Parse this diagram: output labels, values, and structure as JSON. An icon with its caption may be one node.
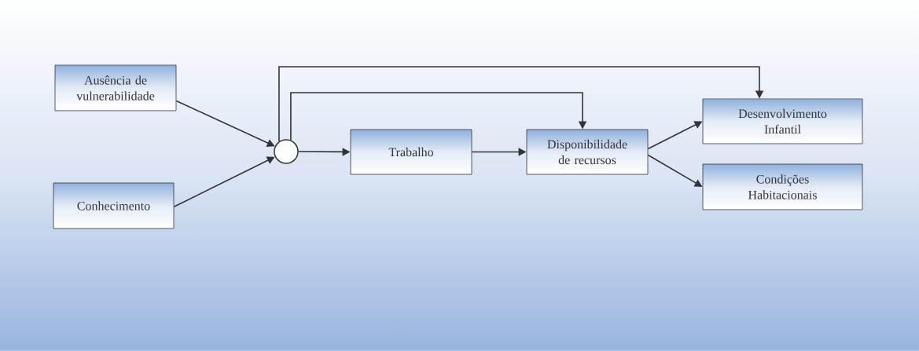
{
  "diagram": {
    "nodes": [
      {
        "text": [
          "Ausência de vulnerabilidade"
        ]
      },
      {
        "text": [
          "Conhecimento"
        ]
      },
      {
        "text": [],
        "shape": "circle"
      },
      {
        "text": [
          "Trabalho"
        ]
      },
      {
        "text": [
          "Disponibilidade de recursos"
        ]
      },
      {
        "text": [
          "Desenvolvimento Infantil"
        ]
      },
      {
        "text": [
          "Condições Habitacionais"
        ]
      }
    ],
    "edges": [
      {
        "from": 0,
        "to": 2,
        "arrow": "to"
      },
      {
        "from": 1,
        "to": 2,
        "arrow": "to"
      },
      {
        "from": 2,
        "to": 3,
        "arrow": "to"
      },
      {
        "from": 3,
        "to": 4,
        "arrow": "to"
      },
      {
        "from": 2,
        "to": 5,
        "arrow": "to"
      },
      {
        "from": 2,
        "to": 4,
        "arrow": "to"
      },
      {
        "from": 4,
        "to": 5,
        "arrow": "to"
      },
      {
        "from": 4,
        "to": 6,
        "arrow": "to"
      }
    ]
  }
}
